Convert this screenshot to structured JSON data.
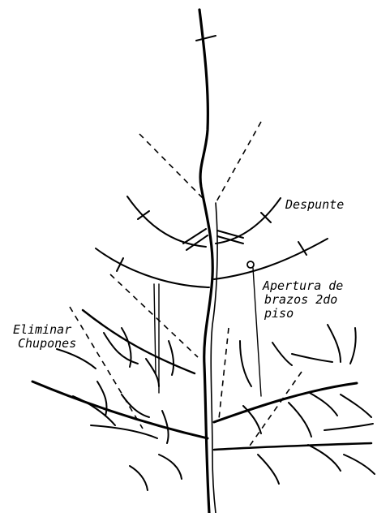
{
  "labels": {
    "despunte": "Despunte",
    "apertura": [
      "Apertura de",
      "brazos 2do",
      "piso"
    ],
    "eliminar": [
      "Eliminar",
      "Chupones"
    ]
  },
  "colors": {
    "ink": "#000000",
    "background": "#ffffff"
  }
}
